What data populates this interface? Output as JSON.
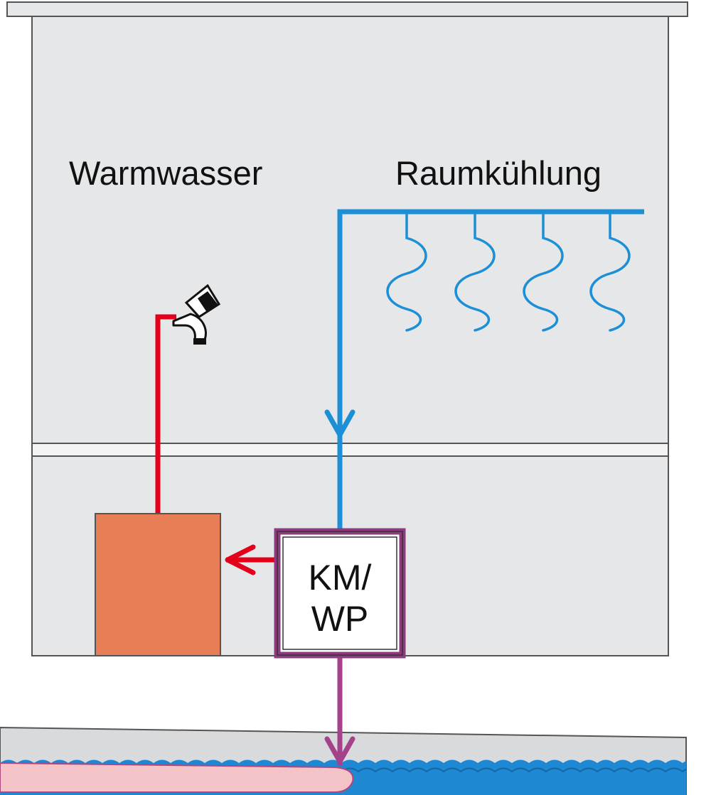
{
  "labels": {
    "hot_water": "Warmwasser",
    "room_cooling": "Raumkühlung",
    "unit_line1": "KM/",
    "unit_line2": "WP"
  },
  "colors": {
    "building_fill": "#e6e7e8",
    "building_outline": "#555555",
    "hot_line": "#e3001b",
    "cold_line": "#1c8fd6",
    "ground_line": "#a4428b",
    "storage_tank": "#e87e56",
    "unit_border": "#8e3a7e",
    "water": "#1e88d2",
    "heat_exchanger": "#f3c3c8"
  },
  "icons": {
    "tap": "faucet-icon",
    "cooling": "cooling-coil-icon"
  }
}
